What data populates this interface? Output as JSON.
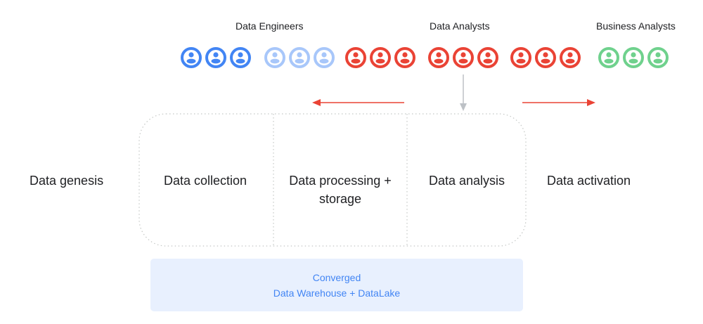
{
  "roles": [
    {
      "label": "Data Engineers"
    },
    {
      "label": "Data Analysts"
    },
    {
      "label": "Business Analysts"
    }
  ],
  "icon_groups": [
    {
      "name": "data-engineers-primary",
      "color": "#4285f4",
      "count": 3
    },
    {
      "name": "data-engineers-secondary",
      "color": "#a8c7fa",
      "count": 3
    },
    {
      "name": "data-analysts-group-1",
      "color": "#ea4335",
      "count": 3
    },
    {
      "name": "data-analysts-group-2",
      "color": "#ea4335",
      "count": 3
    },
    {
      "name": "data-analysts-group-3",
      "color": "#ea4335",
      "count": 3
    },
    {
      "name": "business-analysts",
      "color": "#6fd18d",
      "count": 3
    }
  ],
  "icon_semantic": "person-circle-icon",
  "stages": [
    {
      "label": "Data genesis"
    },
    {
      "label": "Data collection"
    },
    {
      "label": "Data processing +",
      "label2": "storage"
    },
    {
      "label": "Data analysis"
    },
    {
      "label": "Data activation"
    }
  ],
  "arrows": [
    {
      "name": "shift-left-arrow",
      "direction": "left",
      "color": "#ea4335"
    },
    {
      "name": "analysts-down-arrow",
      "direction": "down",
      "color": "#bdc1c6"
    },
    {
      "name": "shift-right-arrow",
      "direction": "right",
      "color": "#ea4335"
    }
  ],
  "platform": {
    "line1": "Converged",
    "line2": "Data Warehouse + DataLake"
  },
  "colors": {
    "engineer_blue": "#4285f4",
    "engineer_light_blue": "#a8c7fa",
    "analyst_red": "#ea4335",
    "business_green": "#6fd18d",
    "platform_bg": "#e8f0fe",
    "platform_text": "#4285f4"
  }
}
